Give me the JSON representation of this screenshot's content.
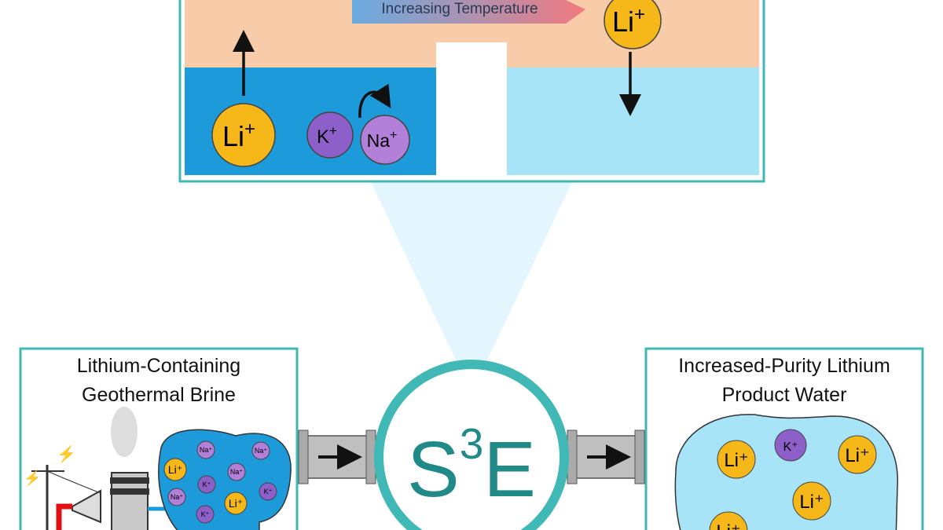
{
  "top_panel": {
    "temperature_label": "Increasing Temperature",
    "ions": {
      "li": "Li",
      "k": "K",
      "na": "Na",
      "plus": "+"
    }
  },
  "center": {
    "logo_s": "S",
    "logo_sup": "3",
    "logo_e": "E"
  },
  "left_panel": {
    "title_line1": "Lithium-Containing",
    "title_line2": "Geothermal Brine"
  },
  "right_panel": {
    "title_line1": "Increased-Purity Lithium",
    "title_line2": "Product Water"
  },
  "colors": {
    "teal": "#3fb8b6",
    "peach": "#f9cca9",
    "brine_blue": "#1d9ad9",
    "product_blue": "#a8e4f7",
    "lithium": "#f6b818",
    "potassium": "#8d60c9",
    "sodium": "#b27fd9"
  }
}
